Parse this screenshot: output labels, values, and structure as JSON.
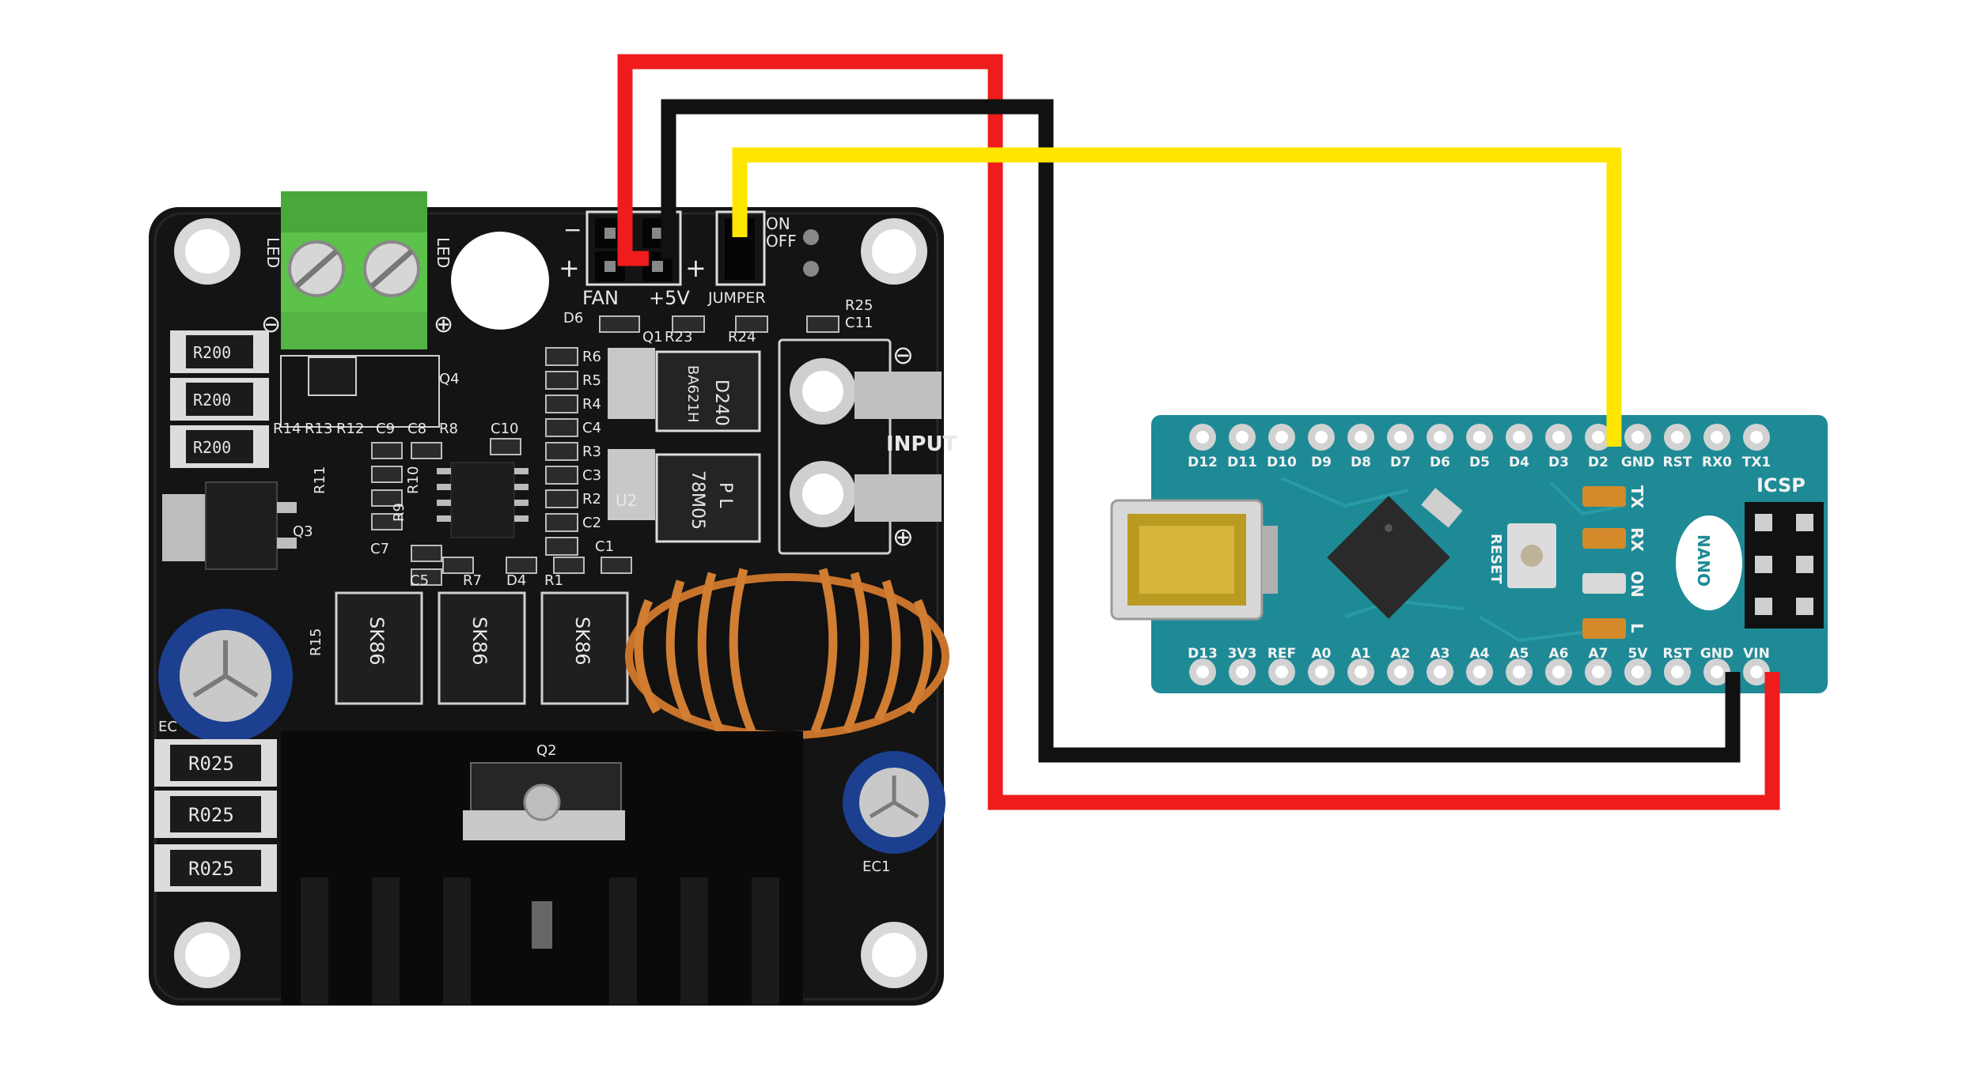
{
  "colors": {
    "wire_red": "#ee1c1c",
    "wire_black": "#111111",
    "wire_yellow": "#ffe600",
    "pcb_black": "#141414",
    "nano_teal": "#1e8a96",
    "terminal_green": "#5cc24a"
  },
  "driver_board": {
    "header_labels": {
      "minus": "−",
      "plus_left": "+",
      "plus_right": "+",
      "fan": "FAN",
      "v5": "+5V",
      "jumper": "JUMPER",
      "on": "ON",
      "off": "OFF"
    },
    "terminal_labels": {
      "led_left": "LED",
      "led_right": "LED",
      "plus": "⊕",
      "minus": "⊖"
    },
    "input_label": "INPUT",
    "input_minus": "⊖",
    "input_plus": "⊕",
    "resistors_left": [
      "R200",
      "R200",
      "R200"
    ],
    "resistors_bottom": [
      "R025",
      "R025",
      "R025"
    ],
    "diodes": [
      "SK86",
      "SK86",
      "SK86"
    ],
    "regulators": [
      {
        "line1": "D240",
        "line2": "BA621H"
      },
      {
        "line1": "78M05",
        "line2": "P L"
      }
    ],
    "designators": {
      "d6": "D6",
      "q1": "Q1",
      "r23": "R23",
      "r24": "R24",
      "r25": "R25",
      "c11": "C11",
      "r6": "R6",
      "r5": "R5",
      "r4": "R4",
      "c4": "C4",
      "r3": "R3",
      "c3": "C3",
      "r2": "R2",
      "c2": "C2",
      "c1": "C1",
      "u2": "U2",
      "q4": "Q4",
      "r14": "R14",
      "r13": "R13",
      "r12": "R12",
      "c9": "C9",
      "c8": "C8",
      "r8": "R8",
      "c10": "C10",
      "r11": "R11",
      "r10": "R10",
      "r9": "R9",
      "c7": "C7",
      "q3": "Q3",
      "c5": "C5",
      "r7": "R7",
      "d4": "D4",
      "r1": "R1",
      "r15": "R15",
      "q2": "Q2",
      "ec1": "EC1",
      "ec2": "EC"
    }
  },
  "nano": {
    "top_pins": [
      "D12",
      "D11",
      "D10",
      "D9",
      "D8",
      "D7",
      "D6",
      "D5",
      "D4",
      "D3",
      "D2",
      "GND",
      "RST",
      "RX0",
      "TX1"
    ],
    "bottom_pins": [
      "D13",
      "3V3",
      "REF",
      "A0",
      "A1",
      "A2",
      "A3",
      "A4",
      "A5",
      "A6",
      "A7",
      "5V",
      "RST",
      "GND",
      "VIN"
    ],
    "icsp": "ICSP",
    "reset": "RESET",
    "nano_logo": "NANO",
    "leds": [
      "TX",
      "RX",
      "ON",
      "L"
    ]
  }
}
